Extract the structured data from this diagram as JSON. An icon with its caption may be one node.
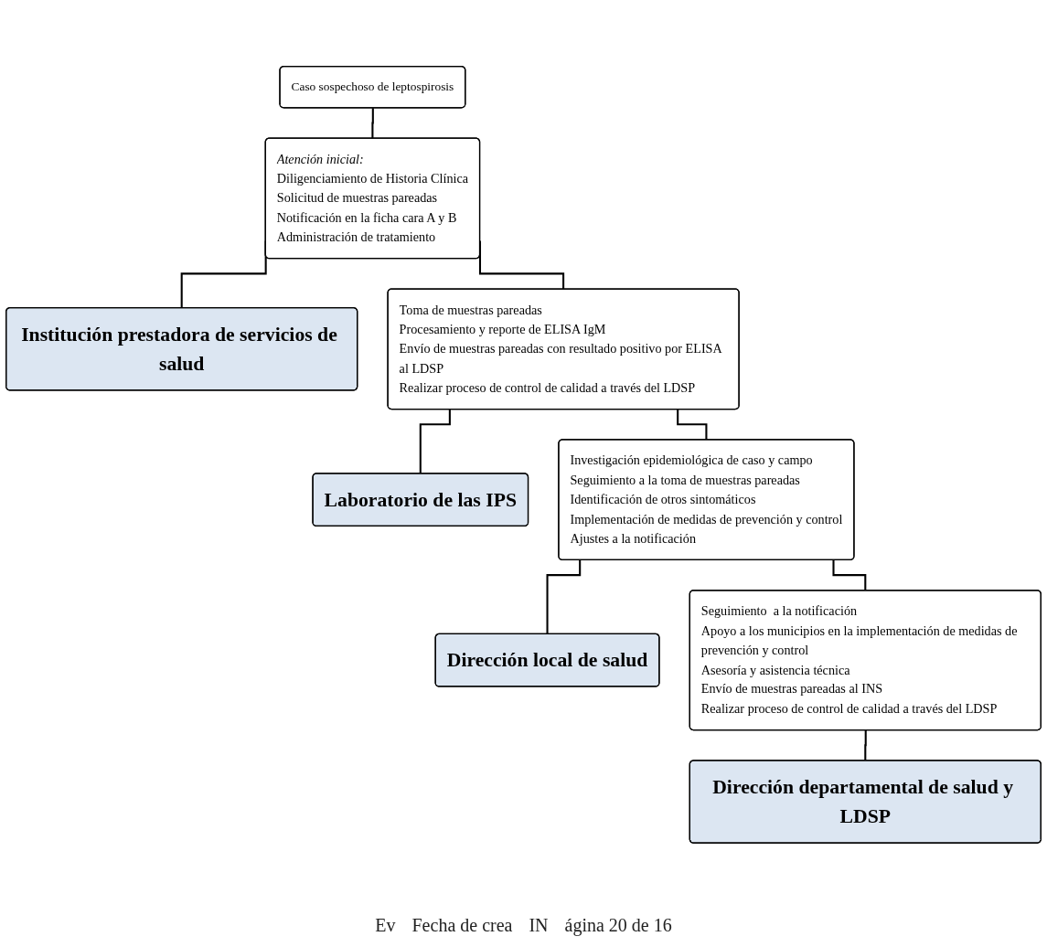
{
  "diagram": {
    "nodes": [
      {
        "text": [
          "Caso sospechoso de leptospirosis"
        ]
      },
      {
        "text": [
          "Atención inicial:",
          "Diligenciamiento de Historia Clínica",
          "Solicitud de muestras pareadas",
          "Notificación en la ficha cara A y B",
          "Administración de tratamiento"
        ]
      },
      {
        "text": [
          "Institución prestadora de servicios de salud"
        ]
      },
      {
        "text": [
          "Toma de muestras pareadas",
          "Procesamiento y reporte de ELISA IgM",
          "Envío de muestras pareadas con resultado positivo por ELISA al LDSP",
          "Realizar proceso de control de calidad a través del LDSP"
        ]
      },
      {
        "text": [
          "Laboratorio de las IPS"
        ]
      },
      {
        "text": [
          "Investigación epidemiológica de caso y campo",
          "Seguimiento a la toma de muestras pareadas",
          "Identificación de otros sintomáticos",
          "Implementación de medidas de prevención y control",
          "Ajustes a la notificación"
        ]
      },
      {
        "text": [
          "Dirección local de salud"
        ]
      },
      {
        "text": [
          "Seguimiento  a la notificación",
          "Apoyo a los municipios en la implementación de medidas de prevención y control",
          "Asesoría y asistencia técnica",
          "Envío de muestras pareadas al INS",
          "Realizar proceso de control de calidad a través del LDSP"
        ]
      },
      {
        "text": [
          "Dirección departamental de salud y LDSP"
        ]
      }
    ],
    "edges": [
      {
        "from": 0,
        "to": 1,
        "arrow": "none"
      },
      {
        "from": 1,
        "to": 2,
        "arrow": "none"
      },
      {
        "from": 1,
        "to": 3,
        "arrow": "none"
      },
      {
        "from": 3,
        "to": 4,
        "arrow": "none"
      },
      {
        "from": 3,
        "to": 5,
        "arrow": "none"
      },
      {
        "from": 5,
        "to": 6,
        "arrow": "none"
      },
      {
        "from": 5,
        "to": 7,
        "arrow": "none"
      },
      {
        "from": 7,
        "to": 8,
        "arrow": "none"
      }
    ],
    "labels": [
      "Ev",
      "Fecha de crea",
      "IN",
      "ágina 20 de 16"
    ]
  }
}
